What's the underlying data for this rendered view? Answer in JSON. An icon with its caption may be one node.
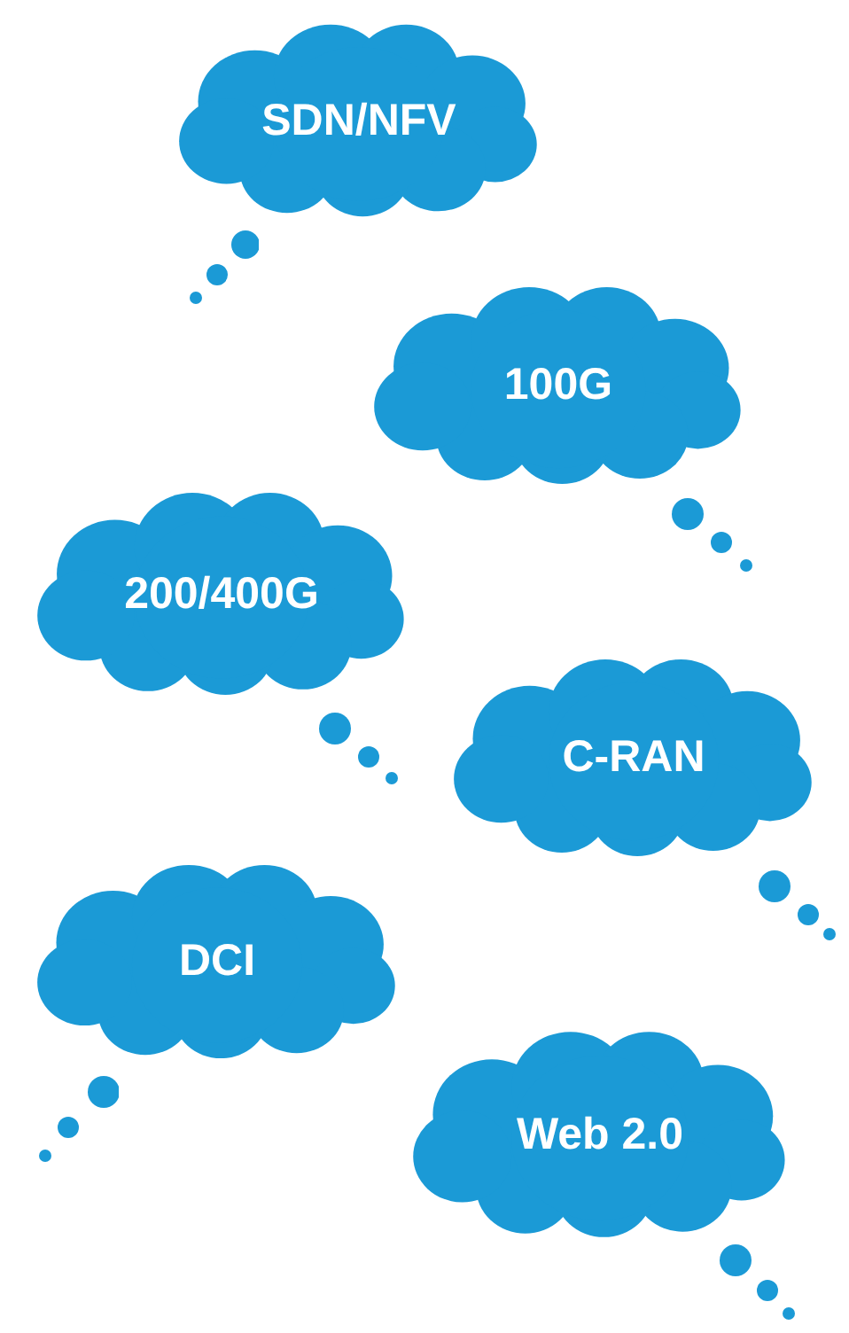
{
  "diagram": {
    "nodes": [
      {
        "text": [
          "SDN/NFV"
        ]
      },
      {
        "text": [
          "100G"
        ]
      },
      {
        "text": [
          "200/400G"
        ]
      },
      {
        "text": [
          "C-RAN"
        ]
      },
      {
        "text": [
          "DCI"
        ]
      },
      {
        "text": [
          "Web 2.0"
        ]
      }
    ]
  }
}
